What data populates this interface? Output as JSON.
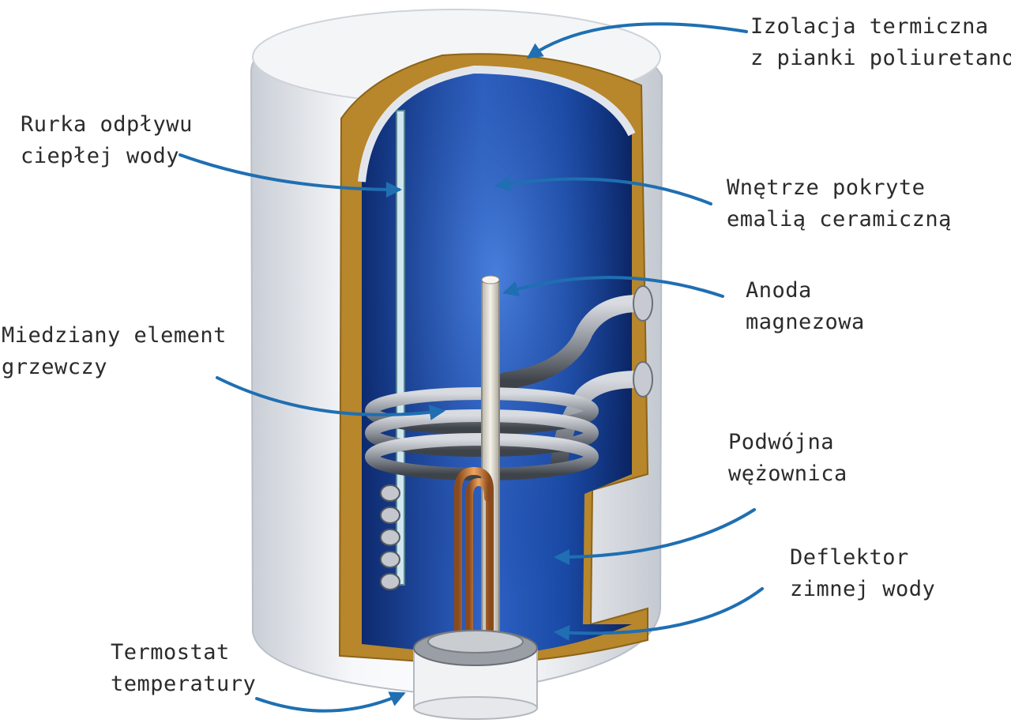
{
  "labels": {
    "insulation": {
      "line1": "Izolacja termiczna",
      "line2": "z pianki poliuretanowej"
    },
    "outlet_pipe": {
      "line1": "Rurka odpływu",
      "line2": "ciepłej wody"
    },
    "enamel": {
      "line1": "Wnętrze pokryte",
      "line2": "emalią ceramiczną"
    },
    "anode": {
      "line1": "Anoda",
      "line2": "magnezowa"
    },
    "heating_element": {
      "line1": "Miedziany element",
      "line2": "grzewczy"
    },
    "coil": {
      "line1": "Podwójna",
      "line2": "wężownica"
    },
    "deflector": {
      "line1": "Deflektor",
      "line2": "zimnej wody"
    },
    "thermostat": {
      "line1": "Termostat",
      "line2": "temperatury"
    }
  },
  "colors": {
    "arrow": "#1f6fb2",
    "tank_inner": "#123a8a",
    "insulation": "#b8862b",
    "shell": "#eef0f3"
  }
}
